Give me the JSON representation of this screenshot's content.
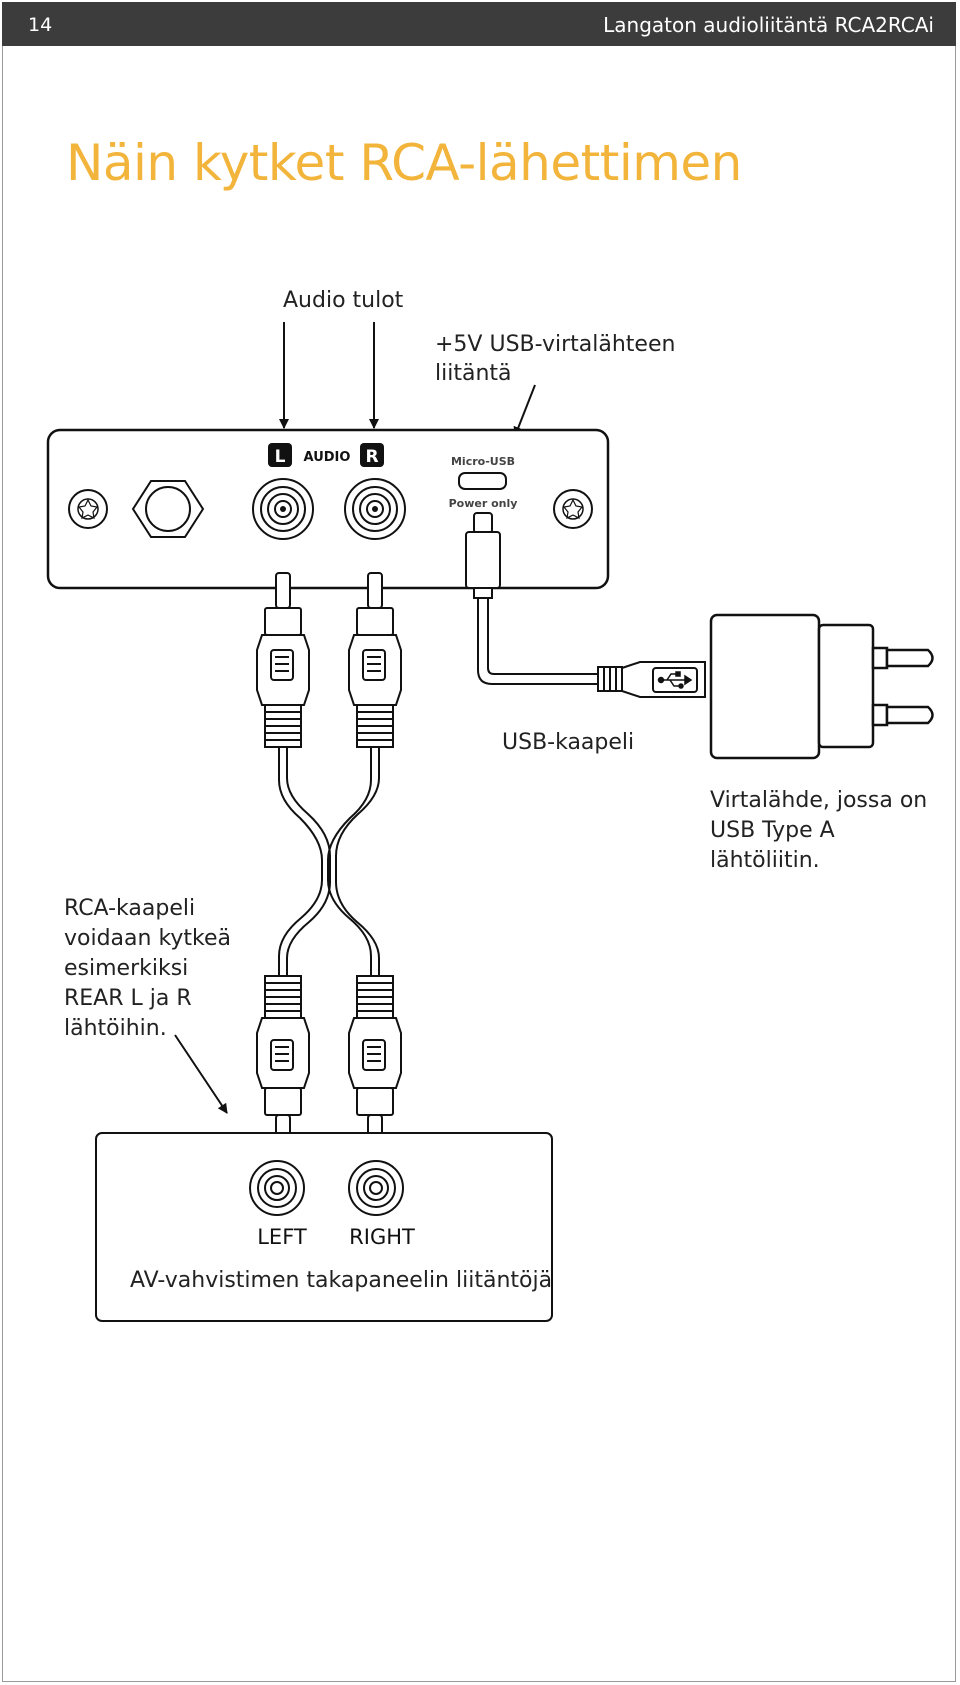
{
  "header": {
    "page_number": "14",
    "doc_title": "Langaton audioliitäntä RCA2RCAi"
  },
  "page_title": "Näin kytket RCA-lähettimen",
  "labels": {
    "audio_inputs": "Audio tulot",
    "usb_power_line1": "+5V USB-virtalähteen",
    "usb_power_line2": "liitäntä",
    "usb_cable": "USB-kaapeli",
    "power_supply_line1": "Virtalähde, jossa on",
    "power_supply_line2": "USB Type A",
    "power_supply_line3": "lähtöliitin.",
    "rca_line1": "RCA-kaapeli",
    "rca_line2": "voidaan kytkeä",
    "rca_line3": "esimerkiksi",
    "rca_line4": "REAR L ja R",
    "rca_line5": "lähtöihin.",
    "amp_panel": "AV-vahvistimen takapaneelin liitäntöjä"
  },
  "device_panel": {
    "left_badge": "L",
    "audio_label": "AUDIO",
    "right_badge": "R",
    "micro_usb_label": "Micro-USB",
    "power_only_label": "Power only"
  },
  "amp_panel": {
    "left_jack_label": "LEFT",
    "right_jack_label": "RIGHT"
  }
}
